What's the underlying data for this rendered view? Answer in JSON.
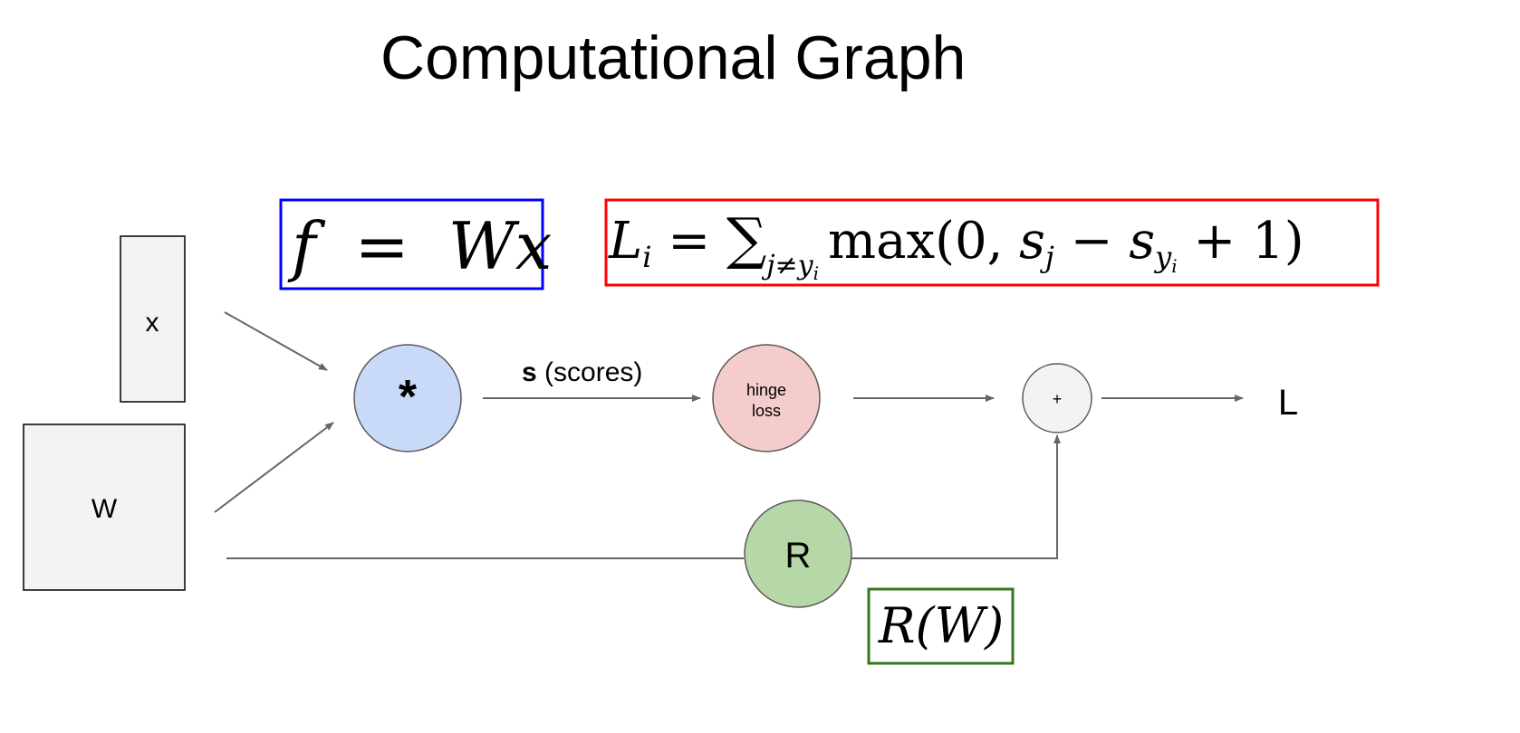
{
  "title": "Computational Graph",
  "nodes": {
    "x": {
      "label": "x",
      "fill": "#f3f3f3"
    },
    "w": {
      "label": "W",
      "fill": "#f3f3f3"
    },
    "multiply": {
      "label": "*",
      "fill": "#c9daf8"
    },
    "hinge": {
      "line1": "hinge",
      "line2": "loss",
      "fill": "#f4cccc"
    },
    "plus": {
      "label": "+",
      "fill": "#f3f3f3"
    },
    "reg": {
      "label": "R",
      "fill": "#b6d7a8"
    },
    "output": {
      "label": "L"
    }
  },
  "edges": {
    "scores": {
      "bold": "s",
      "rest": " (scores)"
    }
  },
  "formulas": {
    "f": {
      "lhs": "f",
      "eq": " = ",
      "rhs": "Wx",
      "border": "#0000ff"
    },
    "loss": {
      "L": "L",
      "L_sub": "i",
      "eq": " = ",
      "sum": "∑",
      "sum_sub": "j≠y",
      "sum_subsub": "i",
      "max": "max",
      "open": "(0, ",
      "s": "s",
      "s_sub": "j",
      "minus": " − ",
      "s2": "s",
      "s2_sub": "y",
      "s2_subsub": "i",
      "close": " + 1)",
      "border": "#ff0000"
    },
    "reg": {
      "text": "R(W)",
      "border": "#38761d"
    }
  }
}
